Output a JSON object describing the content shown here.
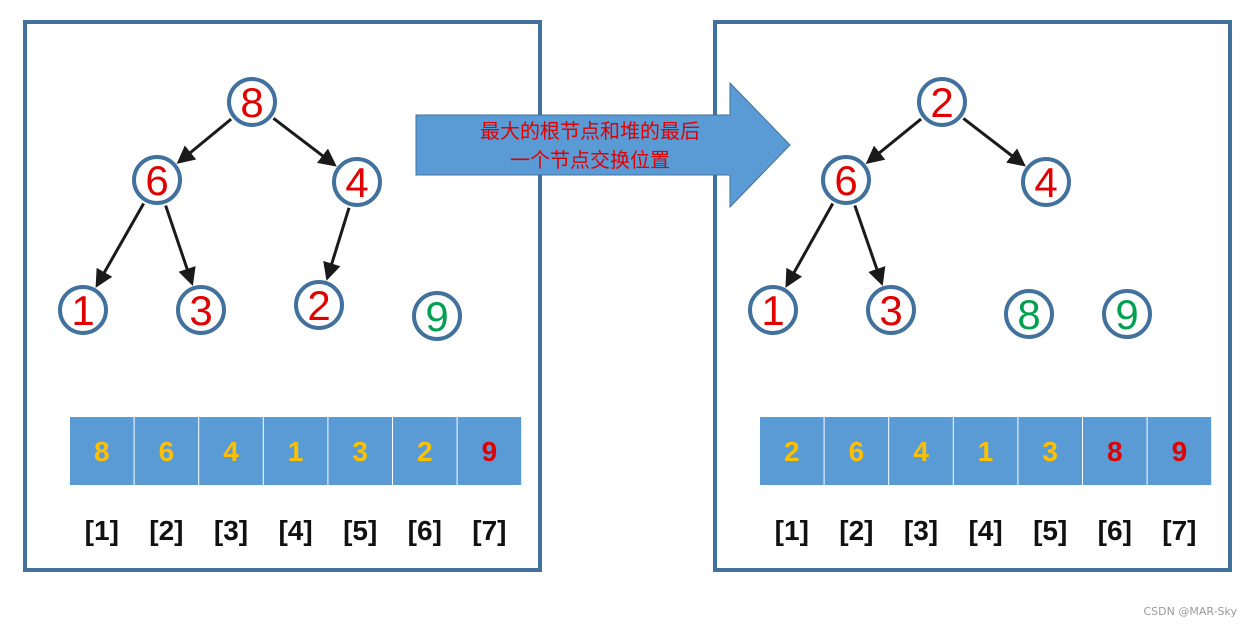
{
  "colors": {
    "panel_border": "#41719c",
    "node_ring": "#41719c",
    "edge": "#1a1a1a",
    "arrow_fill": "#5b9bd5",
    "cell_fill": "#5b9bd5",
    "heap_digit": "#e00000",
    "sorted_digit": "#00a050",
    "cell_text_heap": "#ffc000",
    "cell_text_sorted": "#e00000",
    "index_text": "#111111",
    "caption_text": "#e00000"
  },
  "caption": {
    "line1": "最大的根节点和堆的最后",
    "line2": "一个节点交换位置"
  },
  "panels": [
    {
      "nodes": [
        {
          "value": "8",
          "state": "heap"
        },
        {
          "value": "6",
          "state": "heap"
        },
        {
          "value": "4",
          "state": "heap"
        },
        {
          "value": "1",
          "state": "heap"
        },
        {
          "value": "3",
          "state": "heap"
        },
        {
          "value": "2",
          "state": "heap"
        },
        {
          "value": "9",
          "state": "sorted"
        }
      ],
      "edges": [
        [
          0,
          1
        ],
        [
          0,
          2
        ],
        [
          1,
          3
        ],
        [
          1,
          4
        ],
        [
          2,
          5
        ]
      ],
      "array": [
        {
          "value": "8",
          "state": "heap"
        },
        {
          "value": "6",
          "state": "heap"
        },
        {
          "value": "4",
          "state": "heap"
        },
        {
          "value": "1",
          "state": "heap"
        },
        {
          "value": "3",
          "state": "heap"
        },
        {
          "value": "2",
          "state": "heap"
        },
        {
          "value": "9",
          "state": "sorted"
        }
      ],
      "indices": [
        "[1]",
        "[2]",
        "[3]",
        "[4]",
        "[5]",
        "[6]",
        "[7]"
      ]
    },
    {
      "nodes": [
        {
          "value": "2",
          "state": "heap"
        },
        {
          "value": "6",
          "state": "heap"
        },
        {
          "value": "4",
          "state": "heap"
        },
        {
          "value": "1",
          "state": "heap"
        },
        {
          "value": "3",
          "state": "heap"
        },
        {
          "value": "8",
          "state": "sorted"
        },
        {
          "value": "9",
          "state": "sorted"
        }
      ],
      "edges": [
        [
          0,
          1
        ],
        [
          0,
          2
        ],
        [
          1,
          3
        ],
        [
          1,
          4
        ]
      ],
      "array": [
        {
          "value": "2",
          "state": "heap"
        },
        {
          "value": "6",
          "state": "heap"
        },
        {
          "value": "4",
          "state": "heap"
        },
        {
          "value": "1",
          "state": "heap"
        },
        {
          "value": "3",
          "state": "heap"
        },
        {
          "value": "8",
          "state": "sorted"
        },
        {
          "value": "9",
          "state": "sorted"
        }
      ],
      "indices": [
        "[1]",
        "[2]",
        "[3]",
        "[4]",
        "[5]",
        "[6]",
        "[7]"
      ]
    }
  ],
  "watermark": "CSDN @MAR-Sky"
}
